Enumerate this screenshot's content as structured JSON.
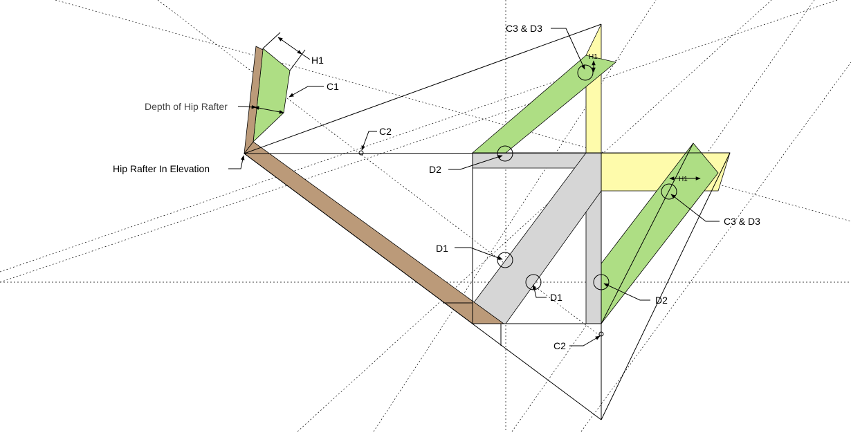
{
  "labels": {
    "h1_top": "H1",
    "c1": "C1",
    "depth_of_hip_rafter": "Depth of Hip Rafter",
    "c2_top": "C2",
    "hip_rafter_in_elevation": "Hip Rafter In Elevation",
    "c3d3_top": "C3 & D3",
    "h1_yellow_top": "H1",
    "d2_left": "D2",
    "h1_yellow_right": "H1",
    "c3d3_right": "C3 & D3",
    "d1_left": "D1",
    "d1_center": "D1",
    "d2_right": "D2",
    "c2_bottom": "C2"
  },
  "colors": {
    "brown": "#bb9a79",
    "green": "#aede84",
    "gray": "#d6d6d6",
    "yellow": "#fefbab",
    "line": "#000000"
  }
}
